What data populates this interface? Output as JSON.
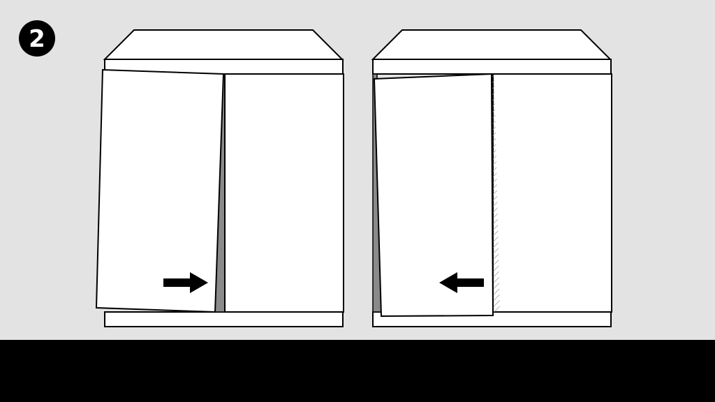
{
  "step": {
    "number": "2"
  },
  "colors": {
    "background": "#e3e3e3",
    "panel_fill": "#ffffff",
    "outline": "#000000",
    "gap_shadow": "#8a8a8a",
    "hatch": "#9a9a9a",
    "bottom_bar": "#000000"
  },
  "panels": [
    {
      "id": "left",
      "arrow_direction": "right",
      "arrow_icon": "arrow-right-icon"
    },
    {
      "id": "right",
      "arrow_direction": "left",
      "arrow_icon": "arrow-left-icon"
    }
  ]
}
